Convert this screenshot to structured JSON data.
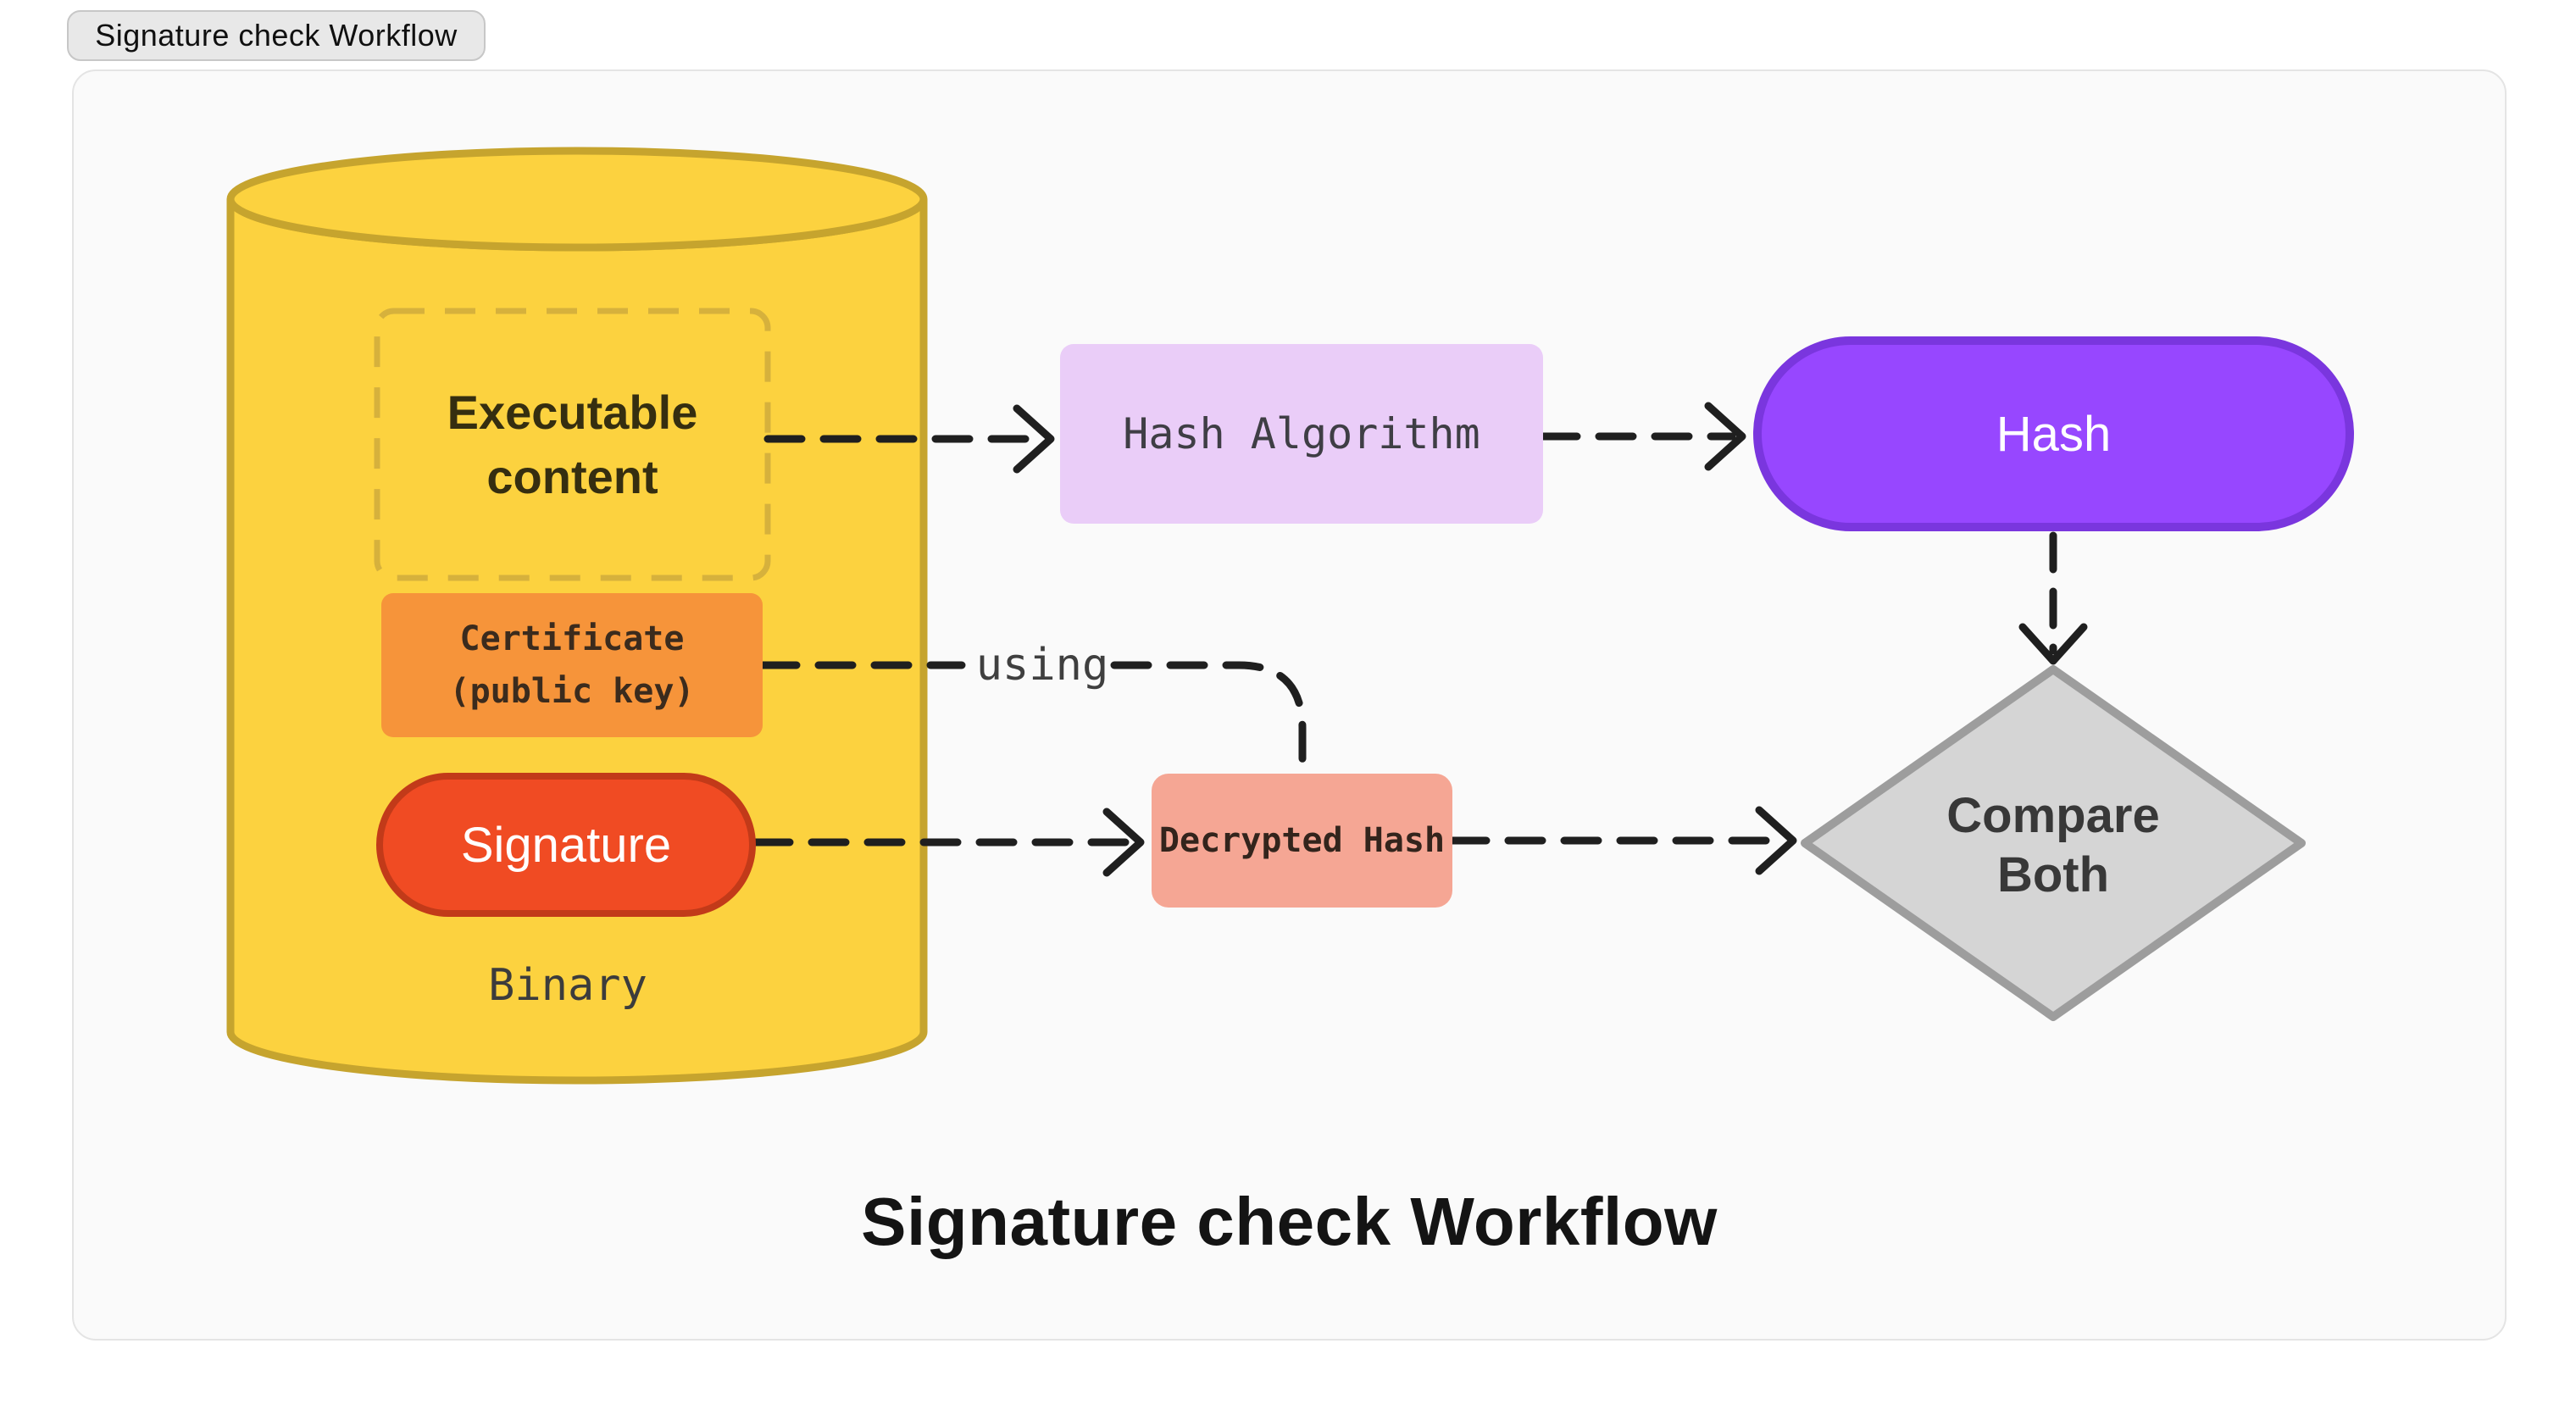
{
  "tab": {
    "label": "Signature check Workflow"
  },
  "title": "Signature check Workflow",
  "nodes": {
    "binary_container": {
      "label": "Binary",
      "shape": "cylinder",
      "fill": "#fcd23f",
      "stroke": "#c6a42e"
    },
    "executable": {
      "line1": "Executable",
      "line2": "content",
      "shape": "dashed-rect",
      "stroke": "#d6b13c"
    },
    "certificate": {
      "line1": "Certificate",
      "line2": "(public key)",
      "fill": "#f6943a"
    },
    "signature": {
      "label": "Signature",
      "fill": "#f04b23",
      "stroke": "#c23a19"
    },
    "hash_algorithm": {
      "label": "Hash Algorithm",
      "fill": "#eacdf8"
    },
    "hash": {
      "label": "Hash",
      "fill": "#9747ff",
      "stroke": "#7a36de"
    },
    "decrypted_hash": {
      "label": "Decrypted Hash",
      "fill": "#f5a694"
    },
    "compare": {
      "line1": "Compare",
      "line2": "Both",
      "shape": "diamond",
      "fill": "#d5d5d5",
      "stroke": "#9d9d9d"
    }
  },
  "labels": {
    "using": "using"
  },
  "edges": [
    {
      "from": "executable-content",
      "to": "hash-algorithm",
      "style": "dashed-arrow"
    },
    {
      "from": "hash-algorithm",
      "to": "hash",
      "style": "dashed-arrow"
    },
    {
      "from": "hash",
      "to": "compare-both",
      "style": "dashed-arrow"
    },
    {
      "from": "certificate",
      "to": "decrypted-hash",
      "style": "dashed",
      "label": "using"
    },
    {
      "from": "signature",
      "to": "decrypted-hash",
      "style": "dashed-arrow"
    },
    {
      "from": "decrypted-hash",
      "to": "compare-both",
      "style": "dashed-arrow"
    }
  ],
  "colors": {
    "page_background": "#ffffff",
    "canvas_background": "#fafafa",
    "canvas_border": "#e4e4e4",
    "arrow": "#1f1f1f",
    "tab_background": "#e8e8e8",
    "title_text": "#141414"
  }
}
